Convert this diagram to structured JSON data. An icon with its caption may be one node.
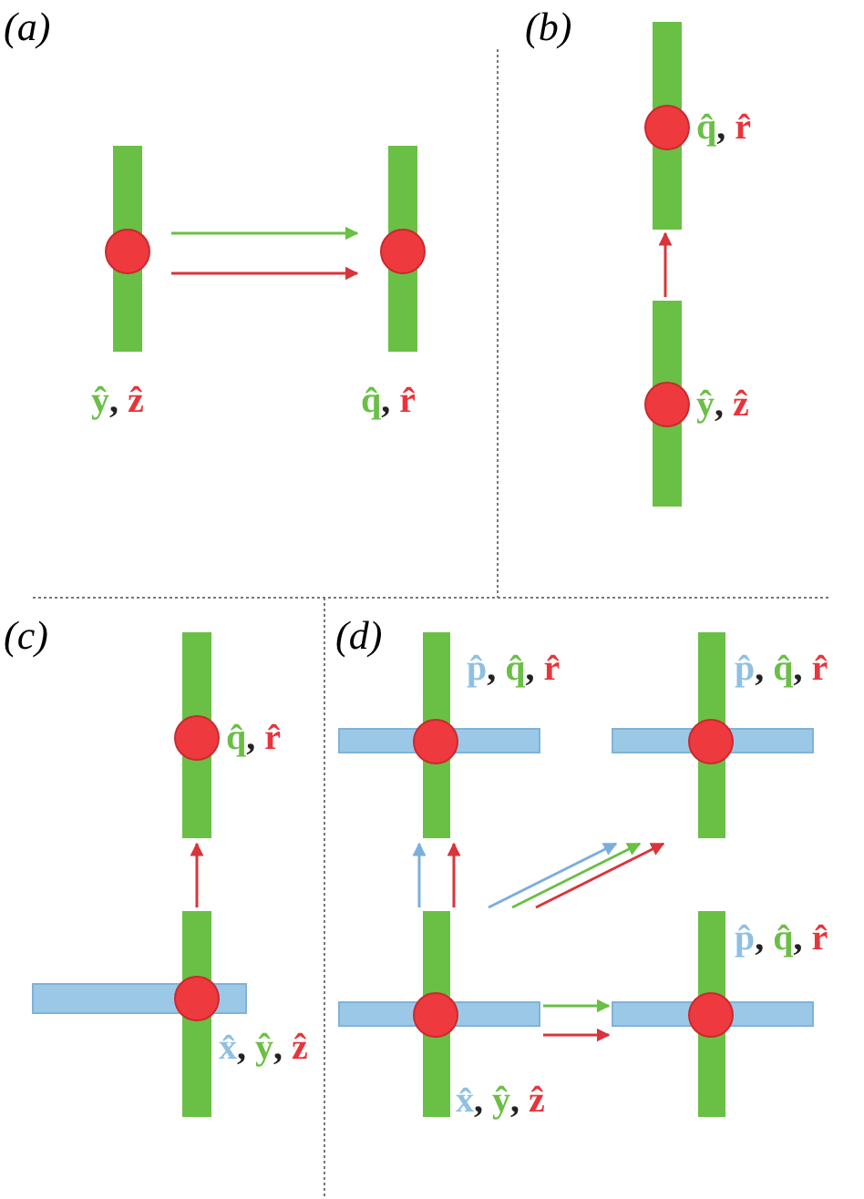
{
  "diagram": {
    "nodes": [
      {
        "text": [
          "ŷ, ẑ"
        ]
      },
      {
        "text": [
          "q̂, r̂"
        ]
      },
      {
        "text": [
          "q̂, r̂"
        ]
      },
      {
        "text": [
          "ŷ, ẑ"
        ]
      },
      {
        "text": [
          "q̂, r̂"
        ]
      },
      {
        "text": [
          "x̂, ŷ, ẑ"
        ]
      },
      {
        "text": [
          "p̂, q̂, r̂"
        ]
      },
      {
        "text": [
          "p̂, q̂, r̂"
        ]
      },
      {
        "text": [
          "x̂, ŷ, ẑ"
        ]
      },
      {
        "text": [
          "p̂, q̂, r̂"
        ]
      }
    ],
    "edges": [
      {
        "from": 0,
        "to": 1,
        "arrow": "to",
        "color": "#6abf45"
      },
      {
        "from": 0,
        "to": 1,
        "arrow": "to"
      },
      {
        "from": 3,
        "to": 2,
        "arrow": "to"
      },
      {
        "from": 5,
        "to": 4,
        "arrow": "to"
      },
      {
        "from": 8,
        "to": 6,
        "arrow": "to",
        "color": "#7aaedc"
      },
      {
        "from": 8,
        "to": 6,
        "arrow": "to"
      },
      {
        "from": 8,
        "to": 7,
        "arrow": "to",
        "color": "#7aaedc"
      },
      {
        "from": 8,
        "to": 7,
        "arrow": "to",
        "color": "#6abf45"
      },
      {
        "from": 8,
        "to": 7,
        "arrow": "to"
      },
      {
        "from": 8,
        "to": 9,
        "arrow": "to",
        "color": "#6abf45"
      },
      {
        "from": 8,
        "to": 9,
        "arrow": "to"
      }
    ],
    "labels": [
      "(a)",
      "(b)",
      "(c)",
      "(d)"
    ]
  }
}
